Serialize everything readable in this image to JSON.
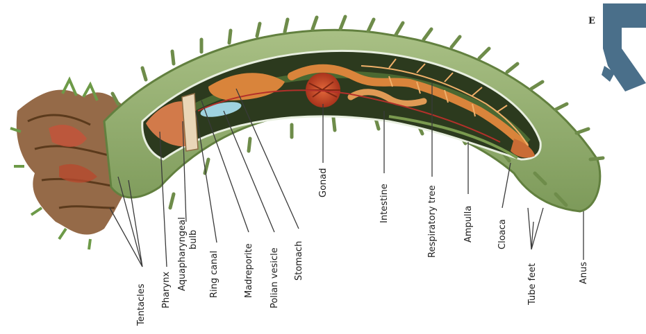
{
  "diagram": {
    "corner_letter": "E",
    "labels": {
      "tentacles": "Tentacles",
      "pharynx": "Pharynx",
      "aquapharyngeal_bulb_1": "Aquapharyngeal",
      "aquapharyngeal_bulb_2": "bulb",
      "ring_canal": "Ring canal",
      "madreporite": "Madreporite",
      "polian_vesicle": "Polian vesicle",
      "stomach": "Stomach",
      "gonad": "Gonad",
      "intestine": "Intestine",
      "respiratory_tree": "Respiratory tree",
      "ampulla": "Ampulla",
      "cloaca": "Cloaca",
      "tube_feet": "Tube feet",
      "anus": "Anus"
    },
    "colors": {
      "body_green": "#9bb27a",
      "body_dark_green": "#5f7a3e",
      "cavity_dark": "#233018",
      "gut_orange": "#d9843b",
      "gonad_red": "#c9492a",
      "tentacle_brown": "#8a5a34",
      "accent_blue": "#4a6f8a"
    }
  }
}
